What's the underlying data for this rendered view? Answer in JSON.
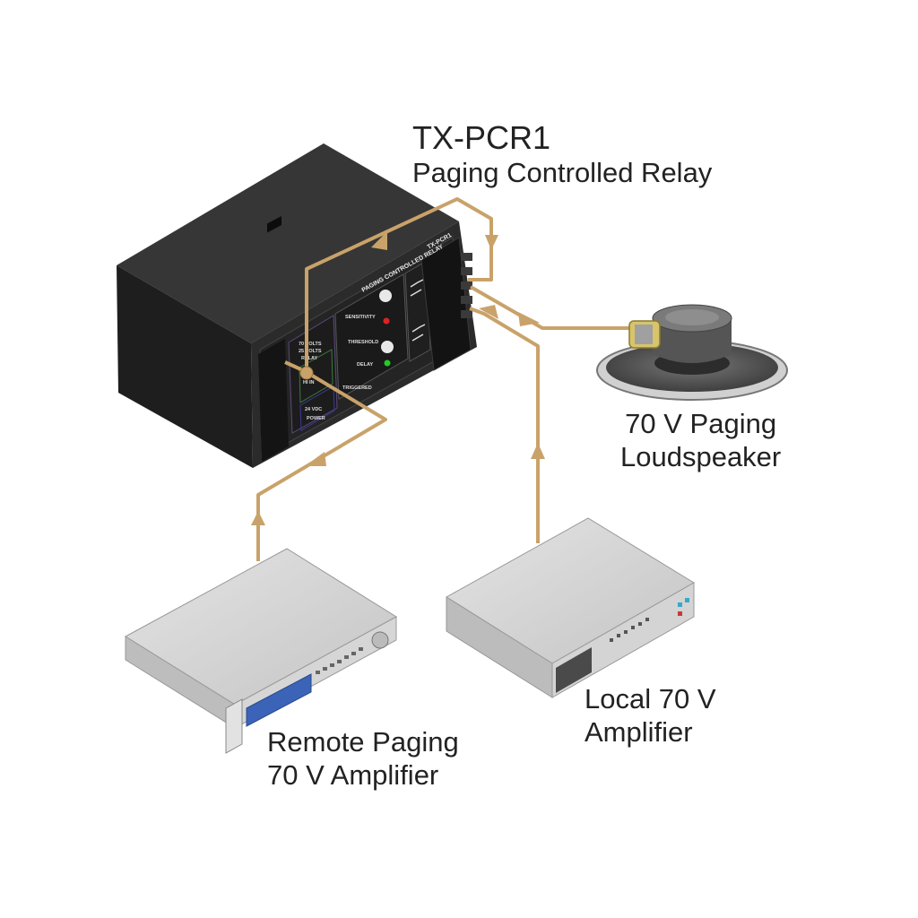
{
  "relay": {
    "model": "TX-PCR1",
    "name": "Paging Controlled Relay",
    "panel_title": "PAGING CONTROLLED RELAY",
    "panel_model": "TX-PCR1",
    "controls": [
      "SENSITIVITY",
      "THRESHOLD",
      "DELAY",
      "TRIGGERED"
    ],
    "left_panel": [
      "70 VOLTS",
      "25 VOLTS",
      "RELAY",
      "HI IN",
      "24 VDC",
      "POWER"
    ]
  },
  "speaker": {
    "line1": "70 V Paging",
    "line2": "Loudspeaker"
  },
  "remote_amp": {
    "line1": "Remote Paging",
    "line2": "70 V Amplifier"
  },
  "local_amp": {
    "line1": "Local 70 V",
    "line2": "Amplifier"
  },
  "colors": {
    "wire": "#c9a26a",
    "relay_body": "#2a2a2a",
    "amp_body": "#cfcfcf",
    "text": "#222222"
  }
}
